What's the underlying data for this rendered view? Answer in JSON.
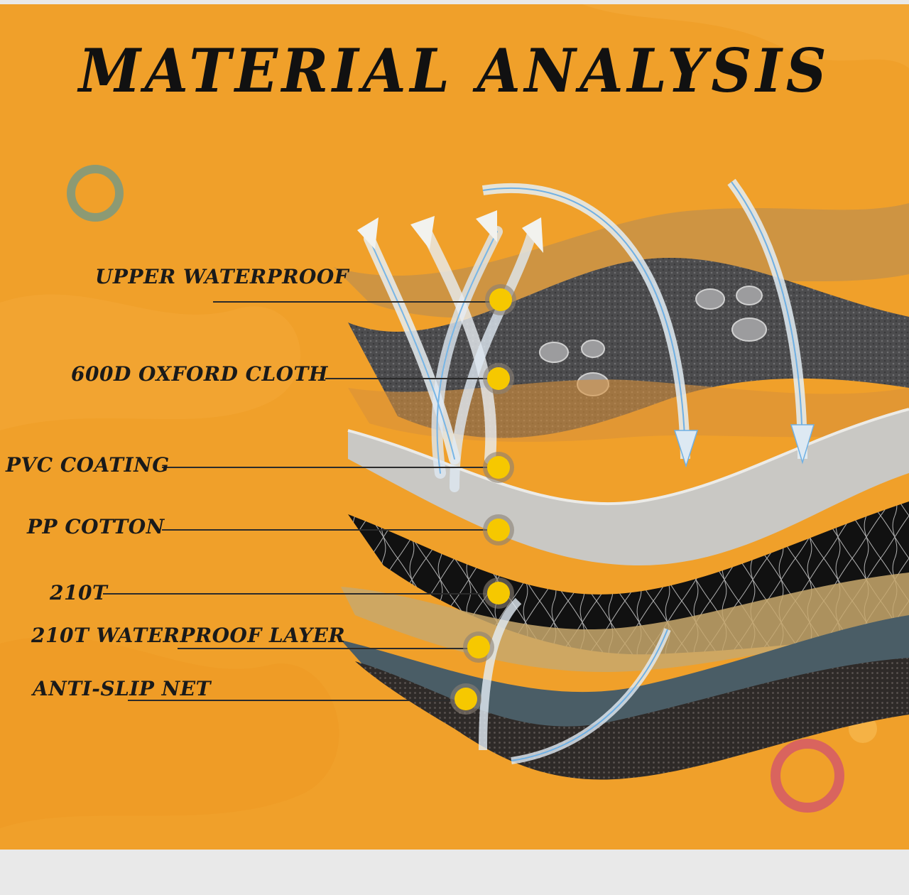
{
  "title": "MATERIAL ANALYSIS",
  "layers": [
    {
      "label": "UPPER WATERPROOF"
    },
    {
      "label": "600D OXFORD CLOTH"
    },
    {
      "label": "PVC COATING"
    },
    {
      "label": "PP COTTON"
    },
    {
      "label": "210T"
    },
    {
      "label": "210T WATERPROOF LAYER"
    },
    {
      "label": "ANTI-SLIP NET"
    }
  ],
  "colors": {
    "background": "#f0a02a",
    "marker": "#f6c800",
    "ring_left": "#8c9a74",
    "ring_right": "#d9645e"
  }
}
